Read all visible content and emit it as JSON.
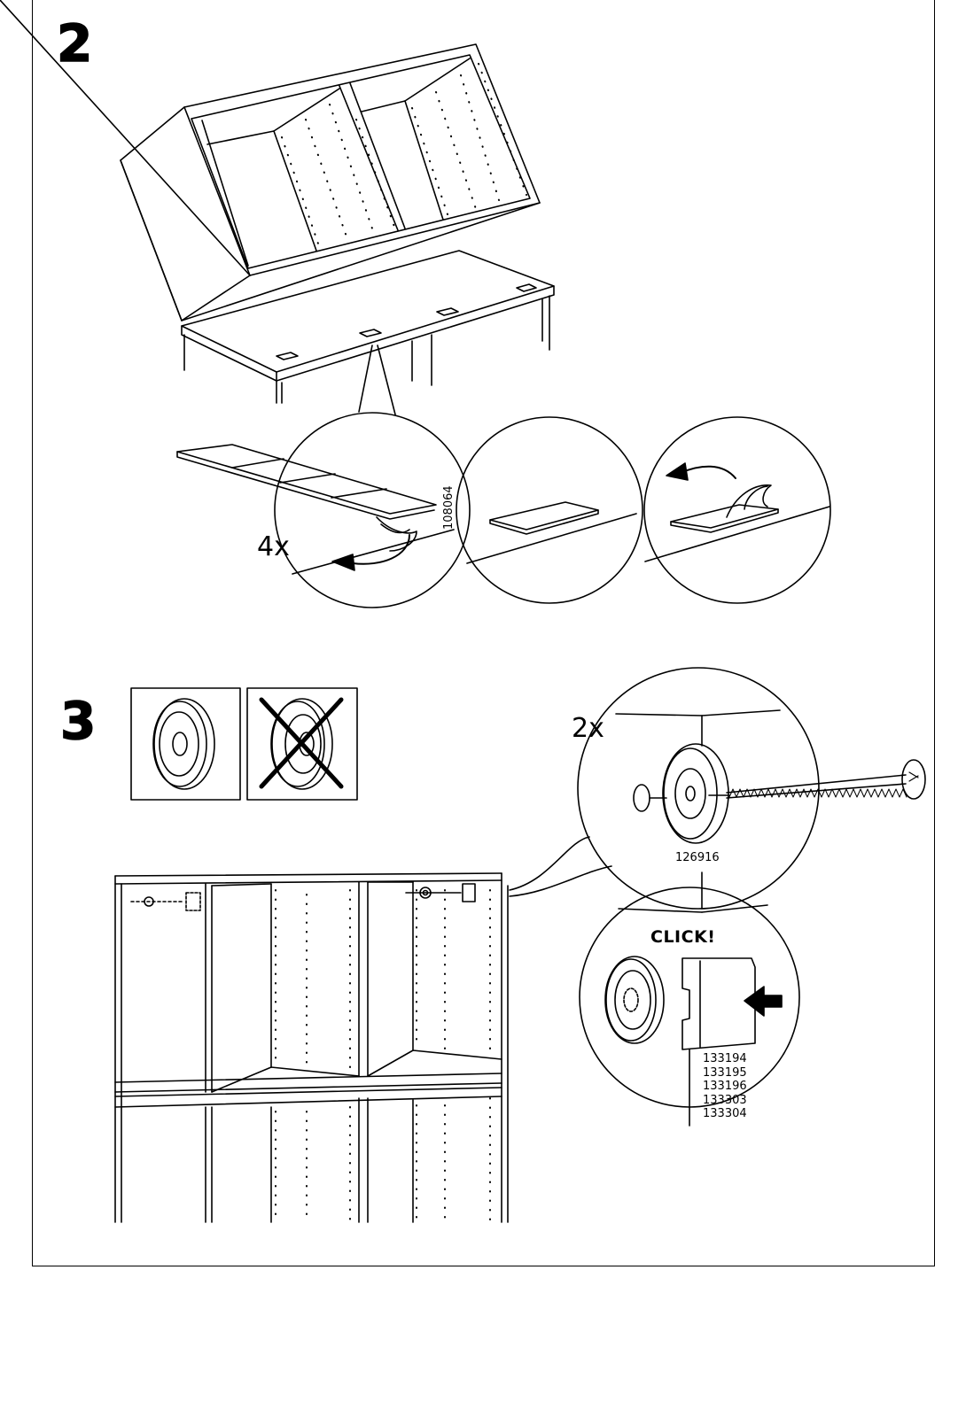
{
  "step2": {
    "number": "2",
    "quantity": "4x",
    "part_number": "108064"
  },
  "step3": {
    "number": "3",
    "quantity": "2x",
    "screw_part_number": "126916",
    "click_label": "CLICK!",
    "bracket_part_numbers": [
      "133194",
      "133195",
      "133196",
      "133303",
      "133304"
    ]
  }
}
